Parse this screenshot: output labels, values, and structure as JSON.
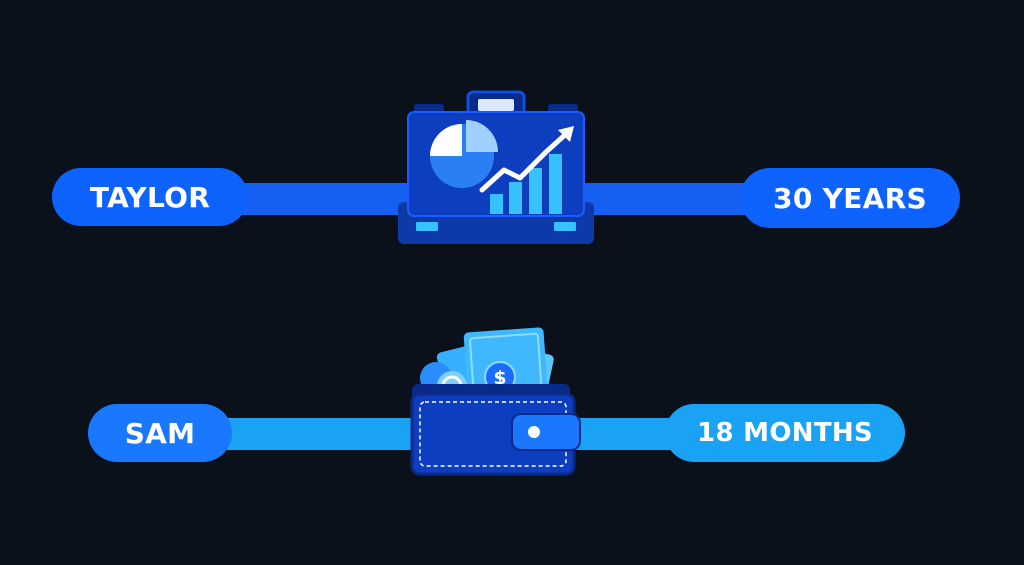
{
  "rows": [
    {
      "name": "TAYLOR",
      "duration": "30 YEARS",
      "icon": "briefcase-chart-icon"
    },
    {
      "name": "SAM",
      "duration": "18 MONTHS",
      "icon": "wallet-cash-icon"
    }
  ],
  "wallet": {
    "currency_symbol": "$"
  },
  "colors": {
    "background": "#0b111b",
    "primary_blue": "#0e63ff",
    "light_blue": "#1aa3f5",
    "dark_navy": "#0a2a8a"
  }
}
